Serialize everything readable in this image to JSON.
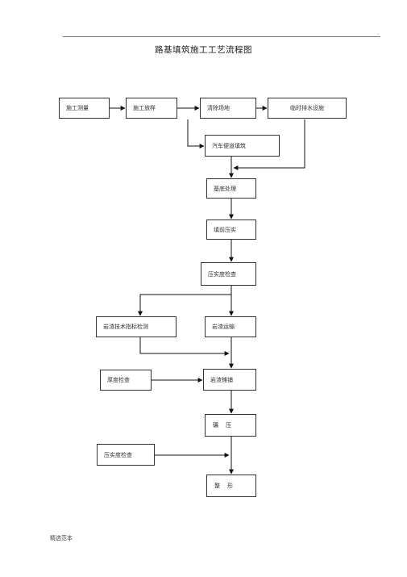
{
  "document": {
    "header_mark": ".",
    "title": "路基填筑施工工艺流程图",
    "footer": "精选范本"
  },
  "flowchart": {
    "nodes": {
      "survey": "施工测量",
      "stakeout": "施工放样",
      "clearing": "清除场地",
      "drainage": "临时排水设施",
      "haul_road": "汽车便道填筑",
      "base_treatment": "基底处理",
      "fill_compact": "填前压实",
      "compaction_check_1": "压实度检查",
      "tech_index_test": "岩渣技术指标检测",
      "transport": "岩渣运输",
      "thickness_check": "厚度检查",
      "spreading": "岩渣摊铺",
      "rolling": "碾压",
      "compaction_check_2": "压实度检查",
      "shaping": "整形"
    },
    "edges": [
      [
        "survey",
        "stakeout"
      ],
      [
        "stakeout",
        "clearing"
      ],
      [
        "clearing",
        "drainage"
      ],
      [
        "clearing",
        "haul_road"
      ],
      [
        "haul_road",
        "base_treatment"
      ],
      [
        "drainage",
        "base_treatment"
      ],
      [
        "base_treatment",
        "fill_compact"
      ],
      [
        "fill_compact",
        "compaction_check_1"
      ],
      [
        "compaction_check_1",
        "tech_index_test"
      ],
      [
        "compaction_check_1",
        "transport"
      ],
      [
        "tech_index_test",
        "spreading"
      ],
      [
        "transport",
        "spreading"
      ],
      [
        "thickness_check",
        "spreading"
      ],
      [
        "spreading",
        "rolling"
      ],
      [
        "compaction_check_2",
        "shaping"
      ],
      [
        "rolling",
        "shaping"
      ]
    ]
  }
}
